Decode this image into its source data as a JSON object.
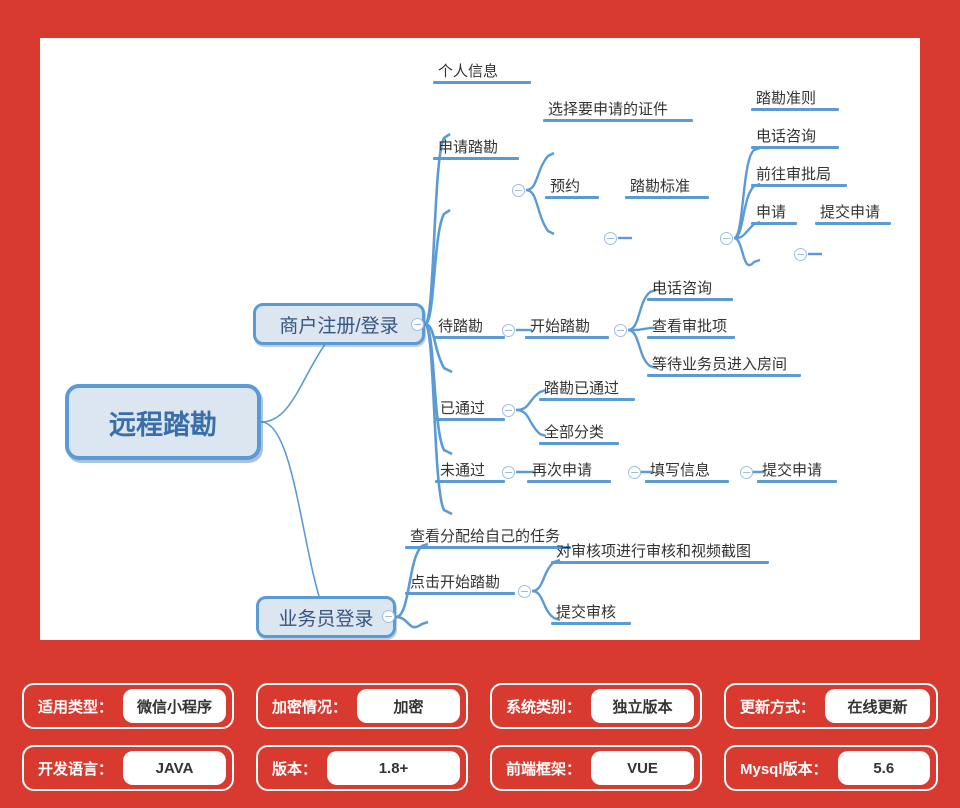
{
  "theme": {
    "background_color": "#d93a2f",
    "canvas_color": "#ffffff",
    "node_fill": "#dce6f1",
    "node_border": "#5b9bd5",
    "branch_color": "#5b9bd5",
    "card_value_bg": "#ffffff"
  },
  "mindmap": {
    "root": {
      "label": "远程踏勘"
    },
    "branches": [
      {
        "label": "商户注册/登录",
        "children": [
          {
            "label": "个人信息"
          },
          {
            "label": "申请踏勘",
            "children": [
              {
                "label": "选择要申请的证件"
              },
              {
                "label": "预约",
                "children": [
                  {
                    "label": "踏勘标准",
                    "children": [
                      {
                        "label": "踏勘准则"
                      },
                      {
                        "label": "电话咨询"
                      },
                      {
                        "label": "前往审批局"
                      },
                      {
                        "label": "申请",
                        "children": [
                          {
                            "label": "提交申请"
                          }
                        ]
                      }
                    ]
                  }
                ]
              }
            ]
          },
          {
            "label": "待踏勘",
            "children": [
              {
                "label": "开始踏勘",
                "children": [
                  {
                    "label": "电话咨询"
                  },
                  {
                    "label": "查看审批项"
                  },
                  {
                    "label": "等待业务员进入房间"
                  }
                ]
              }
            ]
          },
          {
            "label": "已通过",
            "children": [
              {
                "label": "踏勘已通过"
              },
              {
                "label": "全部分类"
              }
            ]
          },
          {
            "label": "未通过",
            "children": [
              {
                "label": "再次申请",
                "children": [
                  {
                    "label": "填写信息",
                    "children": [
                      {
                        "label": "提交申请"
                      }
                    ]
                  }
                ]
              }
            ]
          }
        ]
      },
      {
        "label": "业务员登录",
        "children": [
          {
            "label": "查看分配给自己的任务"
          },
          {
            "label": "点击开始踏勘",
            "children": [
              {
                "label": "对审核项进行审核和视频截图"
              },
              {
                "label": "提交审核"
              }
            ]
          }
        ]
      }
    ]
  },
  "spec_cards": [
    {
      "label": "适用类型：",
      "value": "微信小程序"
    },
    {
      "label": "加密情况：",
      "value": "加密"
    },
    {
      "label": "系统类别：",
      "value": "独立版本"
    },
    {
      "label": "更新方式：",
      "value": "在线更新"
    },
    {
      "label": "开发语言：",
      "value": "JAVA"
    },
    {
      "label": "版本：",
      "value": "1.8+"
    },
    {
      "label": "前端框架：",
      "value": "VUE"
    },
    {
      "label": "Mysql版本：",
      "value": "5.6"
    }
  ]
}
